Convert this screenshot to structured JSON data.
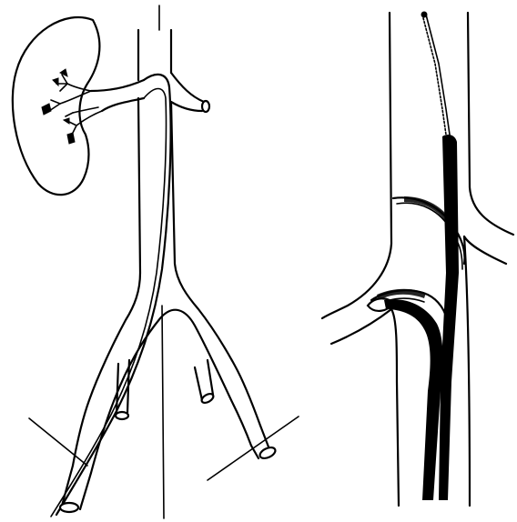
{
  "figure": {
    "background": "#ffffff",
    "ink_color": "#000000",
    "panels": [
      {
        "id": "left",
        "description_name": "kidney-renal-artery-aorta-iliac-overview"
      },
      {
        "id": "right",
        "description_name": "aortic-branch-ostium-catheter-closeup"
      }
    ]
  }
}
